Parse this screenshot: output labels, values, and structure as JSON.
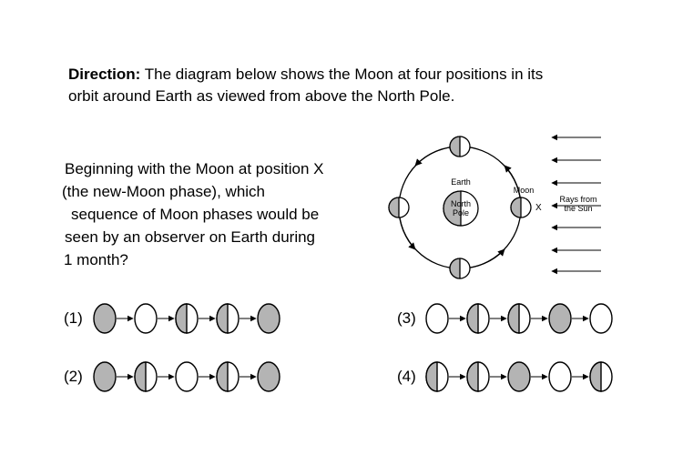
{
  "direction": {
    "label": "Direction:",
    "line1": " The diagram below shows the Moon at four positions in its",
    "line2": "orbit around Earth as viewed from above the North Pole."
  },
  "question": {
    "lines": [
      "Beginning with the Moon at position X",
      "(the new-Moon phase), which",
      " sequence of  Moon phases would be",
      "seen by an observer on Earth during",
      " 1 month?"
    ]
  },
  "orbit": {
    "earth_label": "Earth",
    "north_pole_label_1": "North",
    "north_pole_label_2": "Pole",
    "moon_label": "Moon",
    "position_label": "X",
    "sun_label_1": "Rays from",
    "sun_label_2": "the Sun"
  },
  "choices": [
    {
      "label": "(1)",
      "phases": [
        "full",
        "new",
        "left-dark",
        "left-dark",
        "full"
      ]
    },
    {
      "label": "(2)",
      "phases": [
        "full",
        "left-dark",
        "new",
        "left-dark",
        "full"
      ]
    },
    {
      "label": "(3)",
      "phases": [
        "new",
        "left-dark",
        "left-dark",
        "full",
        "new"
      ]
    },
    {
      "label": "(4)",
      "phases": [
        "left-dark",
        "left-dark",
        "full",
        "new",
        "left-dark"
      ]
    }
  ],
  "colors": {
    "shade": "#b4b4b4",
    "line": "#000000"
  }
}
